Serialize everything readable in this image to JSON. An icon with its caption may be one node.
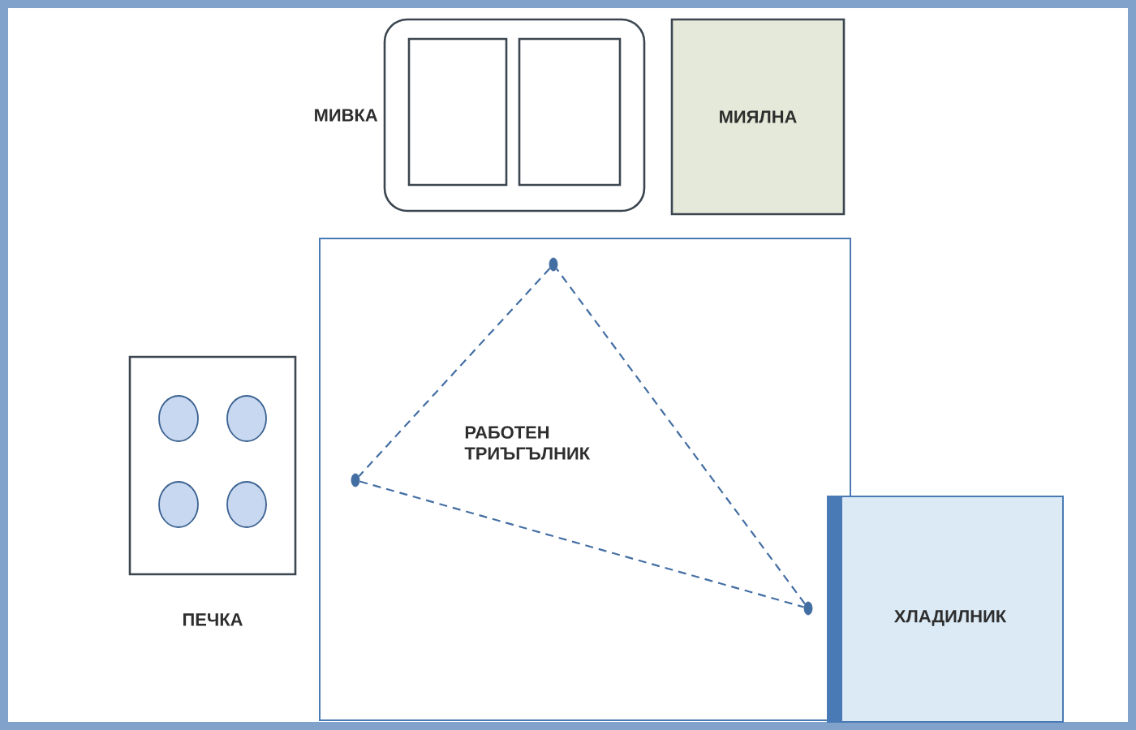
{
  "diagram": {
    "nodes": [
      {
        "text": [
          "МИВКА"
        ]
      },
      {
        "text": [
          "МИЯЛНА"
        ]
      },
      {
        "text": [
          "РАБОТЕН ТРИЪГЪЛНИК"
        ]
      },
      {
        "text": [
          "ПЕЧКА"
        ]
      },
      {
        "text": [
          "ХЛАДИЛНИК"
        ]
      },
      {
        "text": [],
        "shape": "circle",
        "in": 2
      },
      {
        "text": [],
        "shape": "circle",
        "in": 2
      },
      {
        "text": [],
        "shape": "circle",
        "in": 2
      }
    ],
    "edges": [
      {
        "from": 5,
        "to": 6,
        "arrow": "none",
        "style": "dashed"
      },
      {
        "from": 6,
        "to": 7,
        "arrow": "none",
        "style": "dashed"
      },
      {
        "from": 7,
        "to": 5,
        "arrow": "none",
        "style": "dashed"
      }
    ]
  }
}
